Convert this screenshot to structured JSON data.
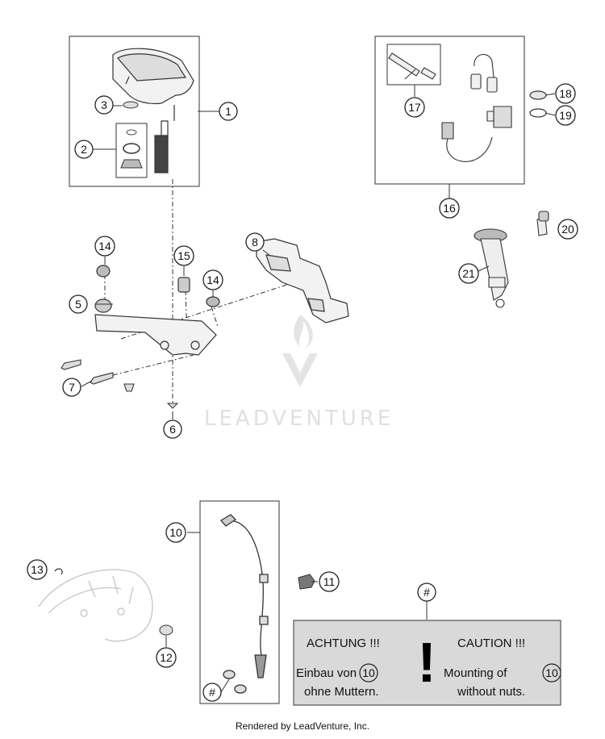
{
  "watermark": "LEADVENTURE",
  "footer": "Rendered by LeadVenture, Inc.",
  "callouts": {
    "c1": "1",
    "c2": "2",
    "c3": "3",
    "c5": "5",
    "c6": "6",
    "c7": "7",
    "c8": "8",
    "c10": "10",
    "c11": "11",
    "c12": "12",
    "c13": "13",
    "c14a": "14",
    "c14b": "14",
    "c15": "15",
    "c16": "16",
    "c17": "17",
    "c18": "18",
    "c19": "19",
    "c20": "20",
    "c21": "21",
    "hash_top": "#",
    "hash_bottom": "#"
  },
  "notice": {
    "left_title": "ACHTUNG !!!",
    "right_title": "CAUTION !!!",
    "exclamation": "!",
    "left_line1": "Einbau von",
    "left_ref": "10",
    "left_line2": "ohne Muttern.",
    "right_line1": "Mounting of",
    "right_ref": "10",
    "right_line2": "without nuts."
  }
}
